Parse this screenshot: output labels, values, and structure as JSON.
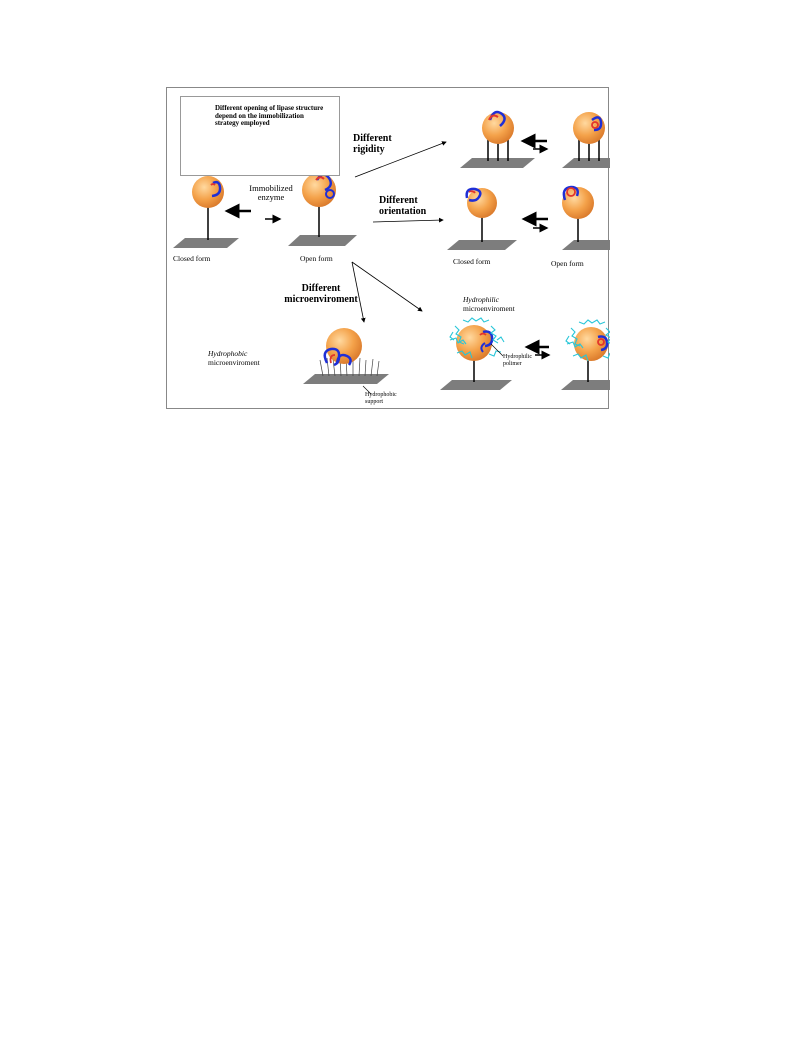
{
  "legend": {
    "text": "Different opening of lipase structure depend on the immobilization strategy employed"
  },
  "center": {
    "immobilized_label": "Immobilized enzyme",
    "closed_form": "Closed form",
    "open_form": "Open form"
  },
  "branches": {
    "rigidity": "Different rigidity",
    "orientation": "Different orientation",
    "microenvironment": "Different microenviroment"
  },
  "orientation_states": {
    "closed_form": "Closed form",
    "open_form": "Open form"
  },
  "hydrophobic_panel": {
    "word": "Hydrophobic",
    "suffix": "microenviroment",
    "support": "Hydrophobic support"
  },
  "hydrophilic_panel": {
    "word": "Hydrophilic",
    "suffix": "microenviroment",
    "polymer": "Hydrophilic polimer"
  },
  "colors": {
    "enzyme": "#f4a24a",
    "lid_blue": "#1f2fd6",
    "lid_red": "#e2352c",
    "support": "#7d7d7d",
    "polymer": "#29c6d8"
  }
}
